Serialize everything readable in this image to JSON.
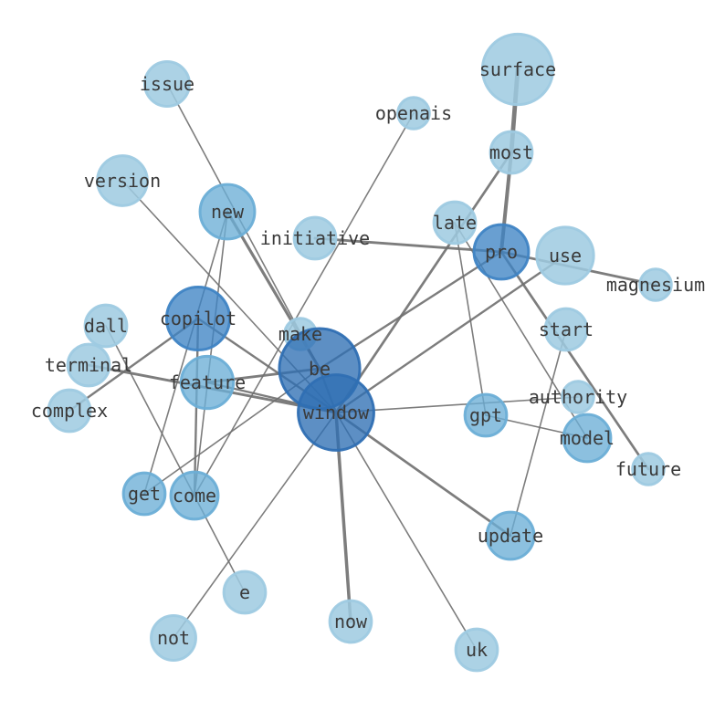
{
  "nodes": [
    {
      "id": "surface",
      "label": "surface",
      "weight": 1,
      "shade": "light"
    },
    {
      "id": "openais",
      "label": "openais",
      "weight": 0.2,
      "shade": "light"
    },
    {
      "id": "issue",
      "label": "issue",
      "weight": 0.4,
      "shade": "light"
    },
    {
      "id": "most",
      "label": "most",
      "weight": 0.35,
      "shade": "light"
    },
    {
      "id": "version",
      "label": "version",
      "weight": 0.5,
      "shade": "light"
    },
    {
      "id": "new",
      "label": "new",
      "weight": 0.6,
      "shade": "medium"
    },
    {
      "id": "initiative",
      "label": "initiative",
      "weight": 0.35,
      "shade": "light"
    },
    {
      "id": "late",
      "label": "late",
      "weight": 0.35,
      "shade": "light"
    },
    {
      "id": "pro",
      "label": "pro",
      "weight": 0.6,
      "shade": "dark"
    },
    {
      "id": "use",
      "label": "use",
      "weight": 0.65,
      "shade": "light"
    },
    {
      "id": "magnesium",
      "label": "magnesium",
      "weight": 0.2,
      "shade": "light"
    },
    {
      "id": "dall",
      "label": "dall",
      "weight": 0.35,
      "shade": "light"
    },
    {
      "id": "copilot",
      "label": "copilot",
      "weight": 0.8,
      "shade": "dark"
    },
    {
      "id": "make",
      "label": "make",
      "weight": 0.2,
      "shade": "light"
    },
    {
      "id": "start",
      "label": "start",
      "weight": 0.35,
      "shade": "light"
    },
    {
      "id": "terminal",
      "label": "terminal",
      "weight": 0.35,
      "shade": "light"
    },
    {
      "id": "be",
      "label": "be",
      "weight": 1.3,
      "shade": "darkest"
    },
    {
      "id": "feature",
      "label": "feature",
      "weight": 0.55,
      "shade": "medium"
    },
    {
      "id": "authority",
      "label": "authority",
      "weight": 0.2,
      "shade": "light"
    },
    {
      "id": "complex",
      "label": "complex",
      "weight": 0.35,
      "shade": "light"
    },
    {
      "id": "window",
      "label": "window",
      "weight": 1.15,
      "shade": "darkest"
    },
    {
      "id": "gpt",
      "label": "gpt",
      "weight": 0.35,
      "shade": "medium"
    },
    {
      "id": "model",
      "label": "model",
      "weight": 0.45,
      "shade": "medium"
    },
    {
      "id": "future",
      "label": "future",
      "weight": 0.2,
      "shade": "light"
    },
    {
      "id": "get",
      "label": "get",
      "weight": 0.35,
      "shade": "medium"
    },
    {
      "id": "come",
      "label": "come",
      "weight": 0.45,
      "shade": "medium"
    },
    {
      "id": "update",
      "label": "update",
      "weight": 0.45,
      "shade": "medium"
    },
    {
      "id": "e",
      "label": "e",
      "weight": 0.35,
      "shade": "light"
    },
    {
      "id": "now",
      "label": "now",
      "weight": 0.35,
      "shade": "light"
    },
    {
      "id": "not",
      "label": "not",
      "weight": 0.4,
      "shade": "light"
    },
    {
      "id": "uk",
      "label": "uk",
      "weight": 0.35,
      "shade": "light"
    }
  ],
  "edges": [
    {
      "source": "surface",
      "target": "most",
      "weight": 3
    },
    {
      "source": "most",
      "target": "pro",
      "weight": 2.5
    },
    {
      "source": "most",
      "target": "window",
      "weight": 1.7
    },
    {
      "source": "openais",
      "target": "come",
      "weight": 1
    },
    {
      "source": "issue",
      "target": "be",
      "weight": 1
    },
    {
      "source": "version",
      "target": "window",
      "weight": 1
    },
    {
      "source": "new",
      "target": "be",
      "weight": 2
    },
    {
      "source": "new",
      "target": "get",
      "weight": 1
    },
    {
      "source": "new",
      "target": "come",
      "weight": 1
    },
    {
      "source": "initiative",
      "target": "pro",
      "weight": 1.8
    },
    {
      "source": "late",
      "target": "gpt",
      "weight": 1
    },
    {
      "source": "late",
      "target": "model",
      "weight": 1
    },
    {
      "source": "pro",
      "target": "be",
      "weight": 1.5
    },
    {
      "source": "pro",
      "target": "future",
      "weight": 1.7
    },
    {
      "source": "pro",
      "target": "magnesium",
      "weight": 1.7
    },
    {
      "source": "use",
      "target": "window",
      "weight": 1.5
    },
    {
      "source": "copilot",
      "target": "window",
      "weight": 1.5
    },
    {
      "source": "copilot",
      "target": "complex",
      "weight": 1.5
    },
    {
      "source": "copilot",
      "target": "come",
      "weight": 1.5
    },
    {
      "source": "dall",
      "target": "e",
      "weight": 1
    },
    {
      "source": "terminal",
      "target": "window",
      "weight": 1.8
    },
    {
      "source": "feature",
      "target": "be",
      "weight": 1.8
    },
    {
      "source": "feature",
      "target": "window",
      "weight": 1.5
    },
    {
      "source": "be",
      "target": "window",
      "weight": 1.5
    },
    {
      "source": "be",
      "target": "get",
      "weight": 1
    },
    {
      "source": "window",
      "target": "authority",
      "weight": 1
    },
    {
      "source": "window",
      "target": "update",
      "weight": 1.7
    },
    {
      "source": "window",
      "target": "now",
      "weight": 2.2
    },
    {
      "source": "window",
      "target": "not",
      "weight": 1
    },
    {
      "source": "window",
      "target": "uk",
      "weight": 1
    },
    {
      "source": "gpt",
      "target": "model",
      "weight": 1
    },
    {
      "source": "start",
      "target": "update",
      "weight": 1
    }
  ],
  "colors": {
    "light": "#9ecae1",
    "medium": "#6baed6",
    "dark": "#3f84c4",
    "darkest": "#2f6fb3",
    "edge": "#6f6f6f",
    "label": "#3a3a3a"
  }
}
